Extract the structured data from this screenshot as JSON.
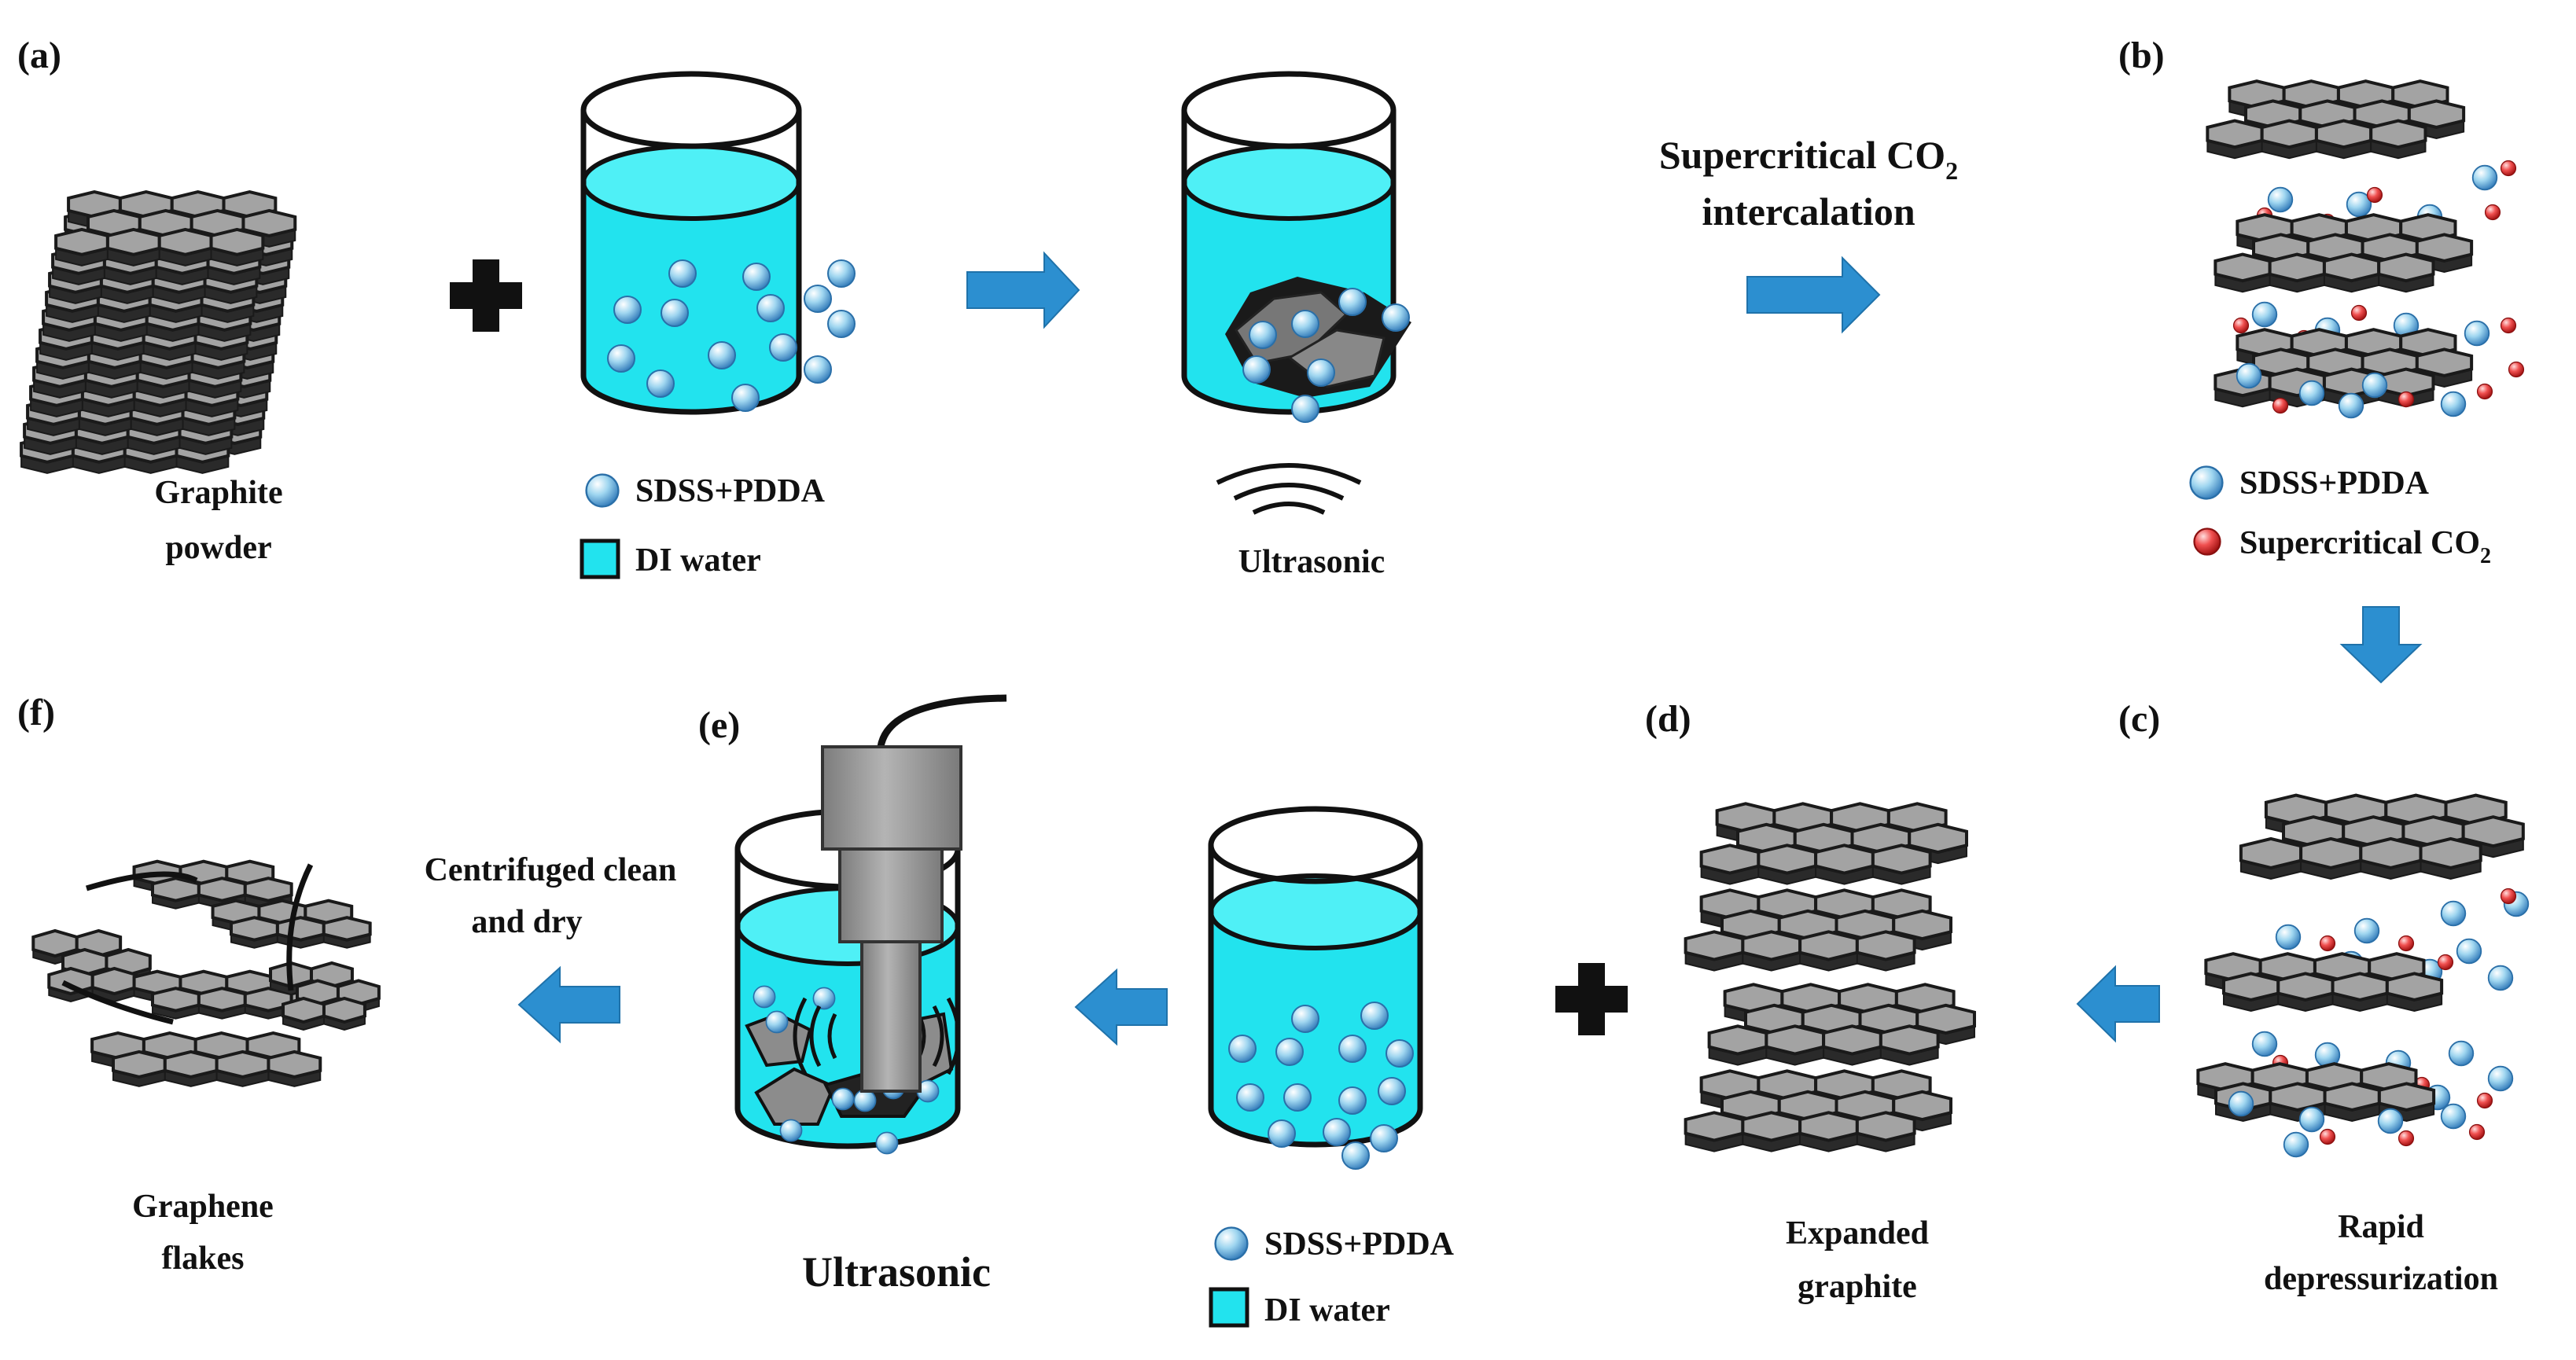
{
  "panel_labels": {
    "a": "(a)",
    "b": "(b)",
    "c": "(c)",
    "d": "(d)",
    "e": "(e)",
    "f": "(f)"
  },
  "labels": {
    "graphite_line1": "Graphite",
    "graphite_line2": "powder",
    "legend1_sdss": "SDSS+PDDA",
    "legend1_water": "DI water",
    "ultrasonic_top": "Ultrasonic",
    "scco2_line1": "Supercritical CO",
    "scco2_sub": "2",
    "scco2_line2": "intercalation",
    "legend_b_sdss": "SDSS+PDDA",
    "legend_b_co2": "Supercritical CO",
    "legend_b_co2_sub": "2",
    "rapid_line1": "Rapid",
    "rapid_line2": "depressurization",
    "expanded_line1": "Expanded",
    "expanded_line2": "graphite",
    "legend2_sdss": "SDSS+PDDA",
    "legend2_water": "DI water",
    "ultrasonic_bottom": "Ultrasonic",
    "centrifuge_line1": "Centrifuged clean",
    "centrifuge_line2": "and dry",
    "graphene_line1": "Graphene",
    "graphene_line2": "flakes"
  },
  "colors": {
    "water": "#22e3ee",
    "water_top": "#4ff0f6",
    "arrow": "#2c8fd0",
    "sheet_gray": "#a3a3a3",
    "surfactant_blue": "#8fd0ee",
    "co2_red": "#e84848",
    "probe_gray": "#9e9e9e"
  },
  "icons": {
    "plus": "plus-icon",
    "arrow": "arrow-icon",
    "surfactant": "blue-sphere-icon",
    "co2": "red-sphere-icon"
  }
}
